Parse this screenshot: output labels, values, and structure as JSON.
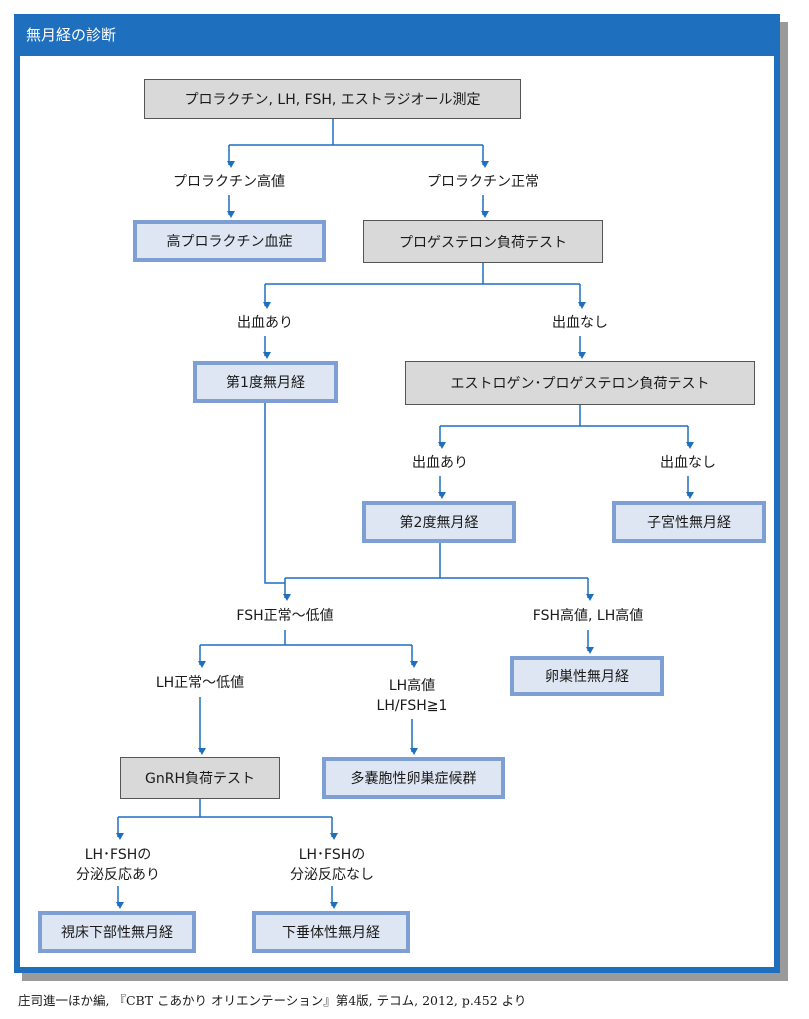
{
  "title": "無月経の診断",
  "nodes": {
    "initial_test": "プロラクチン, LH, FSH, エストラジオール測定",
    "hyperprolactinemia": "高プロラクチン血症",
    "progesterone_test": "プロゲステロン負荷テスト",
    "first_degree": "第1度無月経",
    "estrogen_progesterone_test": "エストロゲン･プロゲステロン負荷テスト",
    "second_degree": "第2度無月経",
    "uterine": "子宮性無月経",
    "ovarian": "卵巣性無月経",
    "pcos": "多嚢胞性卵巣症候群",
    "gnrh_test": "GnRH負荷テスト",
    "hypothalamic": "視床下部性無月経",
    "pituitary": "下垂体性無月経"
  },
  "labels": {
    "prolactin_high": "プロラクチン高値",
    "prolactin_normal": "プロラクチン正常",
    "bleeding_yes_1": "出血あり",
    "bleeding_no_1": "出血なし",
    "bleeding_yes_2": "出血あり",
    "bleeding_no_2": "出血なし",
    "fsh_normal_low": "FSH正常～低値",
    "fsh_lh_high": "FSH高値, LH高値",
    "lh_normal_low": "LH正常～低値",
    "lh_high_line1": "LH高値",
    "lh_high_line2": "LH/FSH≧1",
    "resp_yes_line1": "LH･FSHの",
    "resp_yes_line2": "分泌反応あり",
    "resp_no_line1": "LH･FSHの",
    "resp_no_line2": "分泌反応なし"
  },
  "citation": "庄司進一ほか編, 『CBT こあかり オリエンテーション』第4版, テコム, 2012, p.452 より",
  "colors": {
    "header_blue": "#1f6fbf",
    "arrow_blue": "#1f6fbf",
    "gray_box": "#d9d9d9",
    "result_fill": "#dde6f2",
    "result_border": "#7d9fd3"
  }
}
